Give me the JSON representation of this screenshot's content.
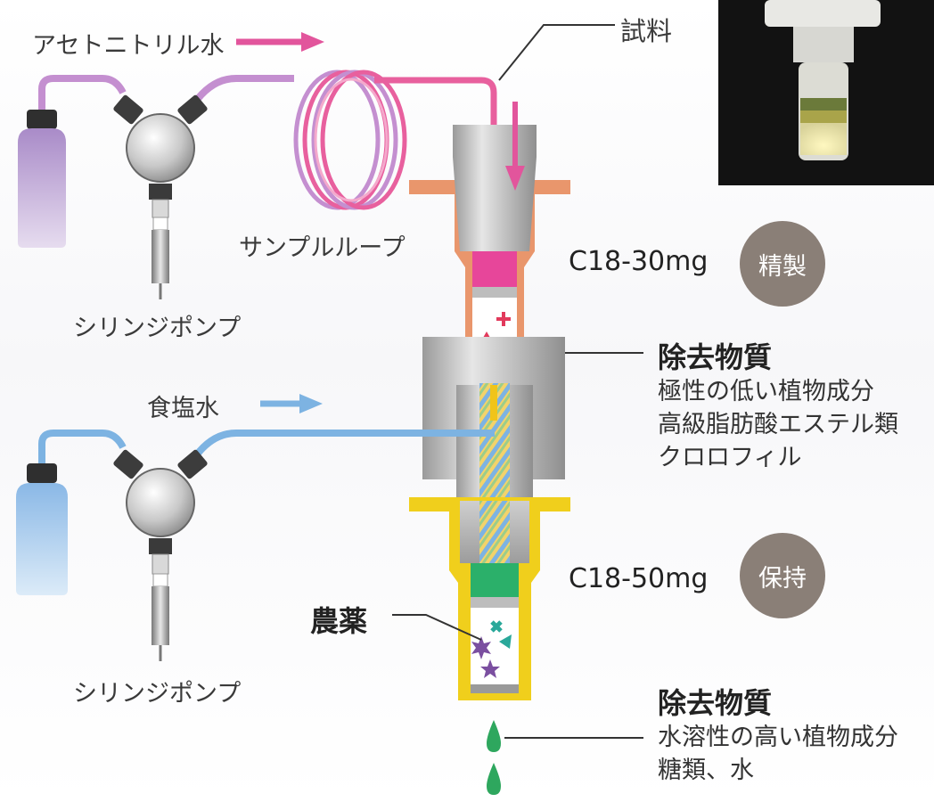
{
  "labels": {
    "acetonitrile_water": "アセトニトリル水",
    "sample": "試料",
    "sample_loop": "サンプルループ",
    "syringe_pump_top": "シリンジポンプ",
    "saline_water": "食塩水",
    "syringe_pump_bottom": "シリンジポンプ",
    "pesticide": "農薬"
  },
  "upper_column": {
    "sorbent": "C18-30mg",
    "role": "精製"
  },
  "lower_column": {
    "sorbent": "C18-50mg",
    "role": "保持"
  },
  "removed_upper": {
    "heading": "除去物質",
    "items": [
      "極性の低い植物成分",
      "高級脂肪酸エステル類",
      "クロロフィル"
    ]
  },
  "removed_lower": {
    "heading": "除去物質",
    "items": [
      "水溶性の高い植物成分",
      "糖類、水"
    ]
  },
  "colors": {
    "acetonitrile_line": "#c48fd0",
    "sample_line": "#e8609e",
    "saline_line": "#7db3e2",
    "upper_column_body": "#e9966c",
    "lower_column_body": "#f0cf1c",
    "badge": "#8a7f77",
    "drop": "#2ea75e"
  }
}
